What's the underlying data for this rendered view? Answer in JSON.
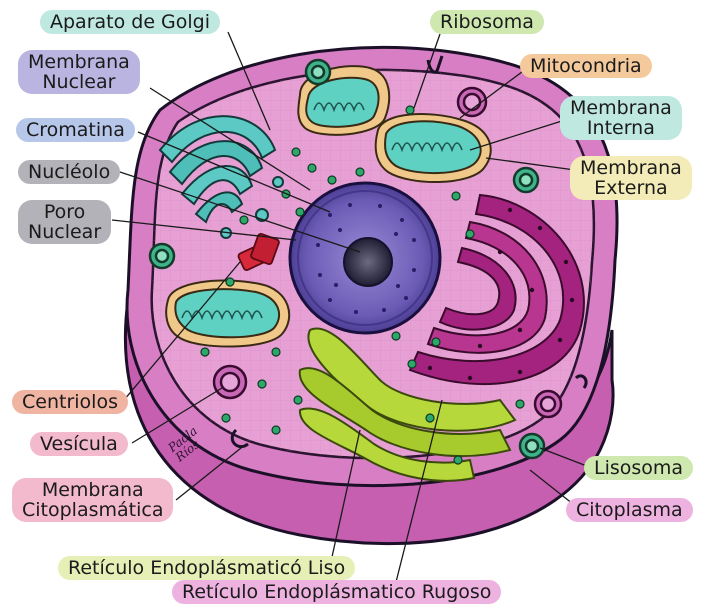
{
  "labels": {
    "golgi": "Aparato de Golgi",
    "ribosoma": "Ribosoma",
    "membrana_nuclear": [
      "Membrana",
      "Nuclear"
    ],
    "mitocondria": "Mitocondria",
    "membrana_interna": [
      "Membrana",
      "Interna"
    ],
    "cromatina": "Cromatina",
    "nucleolo": "Nucléolo",
    "membrana_externa": [
      "Membrana",
      "Externa"
    ],
    "poro_nuclear": [
      "Poro",
      "Nuclear"
    ],
    "centriolos": "Centriolos",
    "vesicula": "Vesícula",
    "lisosoma": "Lisosoma",
    "membrana_citoplasmatica": [
      "Membrana",
      "Citoplasmática"
    ],
    "citoplasma": "Citoplasma",
    "reticulo_liso": "Retículo Endoplásmaticó Liso",
    "reticulo_rugoso": "Retículo Endoplásmatico Rugoso"
  },
  "signature": [
    "Paola",
    "Ríos"
  ],
  "colors": {
    "cytoplasm": "#e497cf",
    "membrane_outer": "#c65fb0",
    "nucleus": "#5a4aa2",
    "nucleolus": "#2c2b44",
    "golgi": "#4fc3c0",
    "mitochondria_outer": "#f0c98a",
    "mitochondria_inner": "#5fd1c3",
    "rough_er": "#a3237f",
    "smooth_er": "#b7d83a",
    "centrioles": "#d8293c",
    "ribosome": "#2da86a",
    "lysosome": "#3fb38c",
    "vesicle": "#c968b6",
    "label_teal": "#bfe8e0",
    "label_lavender": "#b9b4e0",
    "label_green": "#cfe8b0",
    "label_orange": "#f4c99b",
    "label_blue": "#b6c7ea",
    "label_gray": "#b2b2b8",
    "label_pink": "#f3b9cc",
    "label_salmon": "#f0b4a2",
    "label_yellow": "#f3ecb8",
    "label_lime": "#e6f0b6",
    "label_magenta": "#edb2df"
  }
}
